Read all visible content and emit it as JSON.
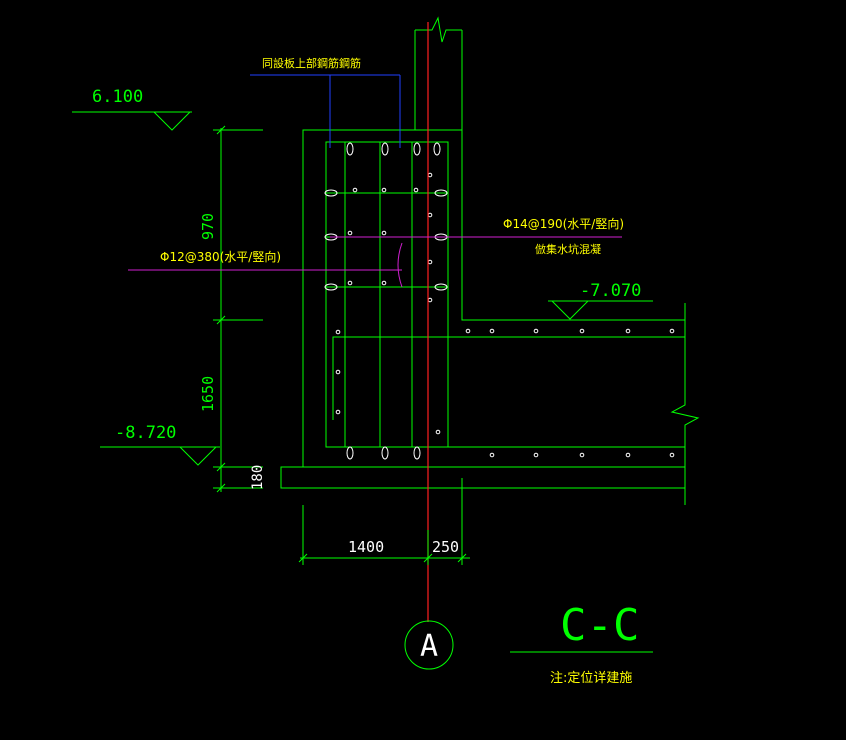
{
  "drawing": {
    "background": "#000000",
    "colors": {
      "outline": "#00ff00",
      "axis": "#ff2020",
      "rebar": "#ffffff",
      "leader_blue": "#2040ff",
      "leader_magenta": "#d020d0",
      "note": "#ffff00"
    },
    "elevations": {
      "top": "6.100",
      "floor": "-7.070",
      "bottom": "-8.720"
    },
    "dimensions": {
      "upper_wall": "970",
      "lower_wall": "1650",
      "slab": "180",
      "width": "1400",
      "offset": "250"
    },
    "annotations": {
      "embedded_bar": "同設板上部鋼筋鋼筋",
      "horizontal_bar": "Φ12@380(水平/竪向)",
      "vertical_bar": "Φ14@190(水平/竪向)",
      "vertical_bar_note": "倣集水坑混凝",
      "axis_label": "A",
      "section_title": "C-C",
      "note": "注:定位详建施"
    }
  }
}
